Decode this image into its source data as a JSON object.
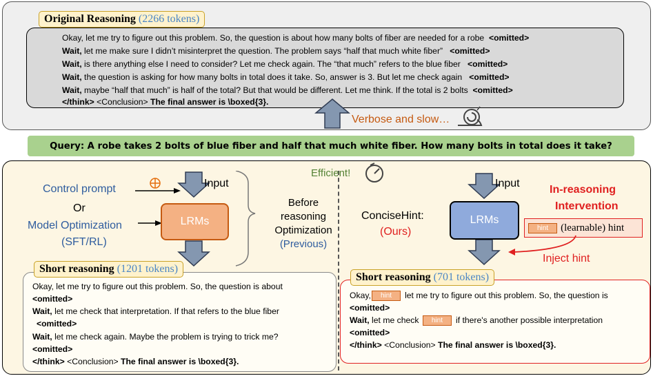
{
  "original": {
    "title": "Original Reasoning",
    "tokens": "(2266 tokens)",
    "lines": [
      {
        "lead": "",
        "text": "Okay, let me try to figure out this problem. So, the question is about how many bolts of fiber are needed for a robe",
        "tail": "<omitted>"
      },
      {
        "lead": "Wait,",
        "text": " let me make sure I didn’t misinterpret the question. The problem says “half that much white fiber”",
        "tail": "<omitted>"
      },
      {
        "lead": "Wait,",
        "text": " is there anything else I need to consider? Let me check again. The “that much” refers to the blue fiber",
        "tail": "<omitted>"
      },
      {
        "lead": "Wait,",
        "text": " the question is asking for how many bolts in total does it take. So, answer is 3. But let me check again",
        "tail": "<omitted>"
      },
      {
        "lead": "Wait,",
        "text": " maybe “half that much” is half of the total? But that would be different. Let me think. If the total is 2 bolts",
        "tail": "<omitted>"
      }
    ],
    "final_think": "</think>",
    "final_conclusion": " <Conclusion> ",
    "final_answer": "The final answer is \\boxed{3}.",
    "verbose_label": "Verbose and slow…"
  },
  "query": "Query: A robe takes 2 bolts of blue fiber and half that much white fiber.  How many bolts in total does it take?",
  "left": {
    "efficient_label": "Efficient!",
    "control_prompt": "Control prompt",
    "or": "Or",
    "model_opt": "Model Optimization",
    "sft_rl": "(SFT/RL)",
    "input": "Input",
    "lrm": "LRMs",
    "before1": "Before",
    "before2": "reasoning",
    "before3": "Optimization",
    "previous": "(Previous)",
    "short_title": "Short reasoning",
    "short_tokens": "(1201 tokens)",
    "reason_lines": [
      "Okay, let me try to figure out this problem. So, the question is about",
      "<omitted>",
      "let me check that interpretation. If that refers to the blue fiber",
      "<omitted>",
      "let me check again. Maybe the problem is trying to trick me?",
      "<omitted>"
    ],
    "wait": "Wait,",
    "final_think": "</think>",
    "final_conclusion": " <Conclusion> ",
    "final_answer": "The final answer is \\boxed{3}."
  },
  "right": {
    "input": "Input",
    "lrm": "LRMs",
    "concise_hint": "ConciseHint:",
    "ours": "(Ours)",
    "intervention1": "In-reasoning",
    "intervention2": "Intervention",
    "hint_chip": "hint",
    "learnable": "(learnable) hint",
    "inject": "Inject hint",
    "short_title": "Short reasoning",
    "short_tokens": "(701 tokens)",
    "okay": "Okay,",
    "line1_rest": "let me try to figure out this problem. So, the question is",
    "omitted": "<omitted>",
    "wait": "Wait,",
    "line2_mid": " let me check",
    "line2_rest": "if there's another possible interpretation",
    "final_think": "</think>",
    "final_conclusion": " <Conclusion> ",
    "final_answer": "The final answer is \\boxed{3}."
  },
  "colors": {
    "accent_blue": "#2e5c9e",
    "accent_red": "#e02020",
    "lrm_orange": "#f4b183",
    "lrm_blue": "#8faadc",
    "query_green": "#a9d18e",
    "label_yellow": "#fff2cc"
  }
}
